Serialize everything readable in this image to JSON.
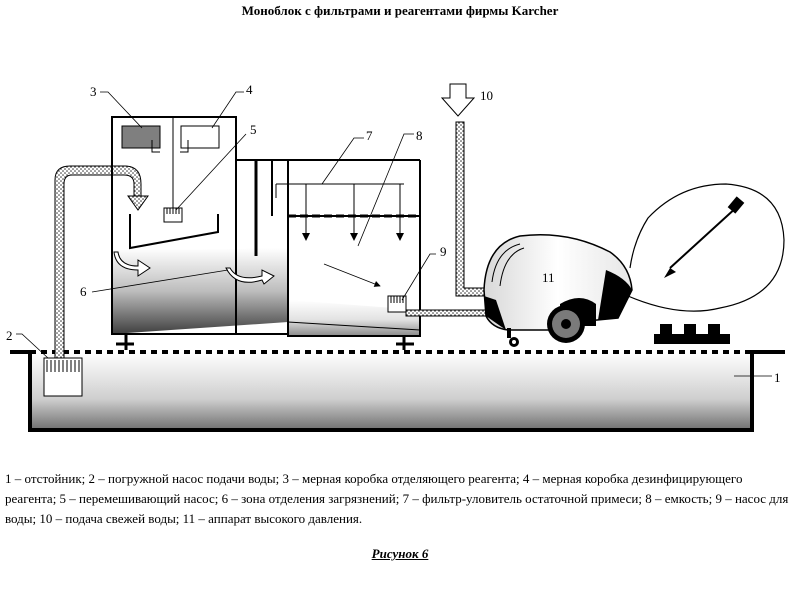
{
  "title": "Моноблок с фильтрами и реагентами фирмы Karcher",
  "labels": {
    "n1": "1",
    "n2": "2",
    "n3": "3",
    "n4": "4",
    "n5": "5",
    "n6": "6",
    "n7": "7",
    "n8": "8",
    "n9": "9",
    "n10": "10",
    "n11": "11"
  },
  "legend_text": "1 – отстойник; 2 – погружной насос подачи воды; 3 – мерная коробка отделяющего реагента; 4 – мерная коробка дезинфицирующего реагента; 5 – перемешивающий насос; 6 – зона отделения загрязнений; 7 – фильтр-уловитель остаточной примеси; 8 – емкость; 9 – насос для воды; 10 – подача свежей воды; 11 – аппарат высокого давления.",
  "caption": "Рисунок 6"
}
